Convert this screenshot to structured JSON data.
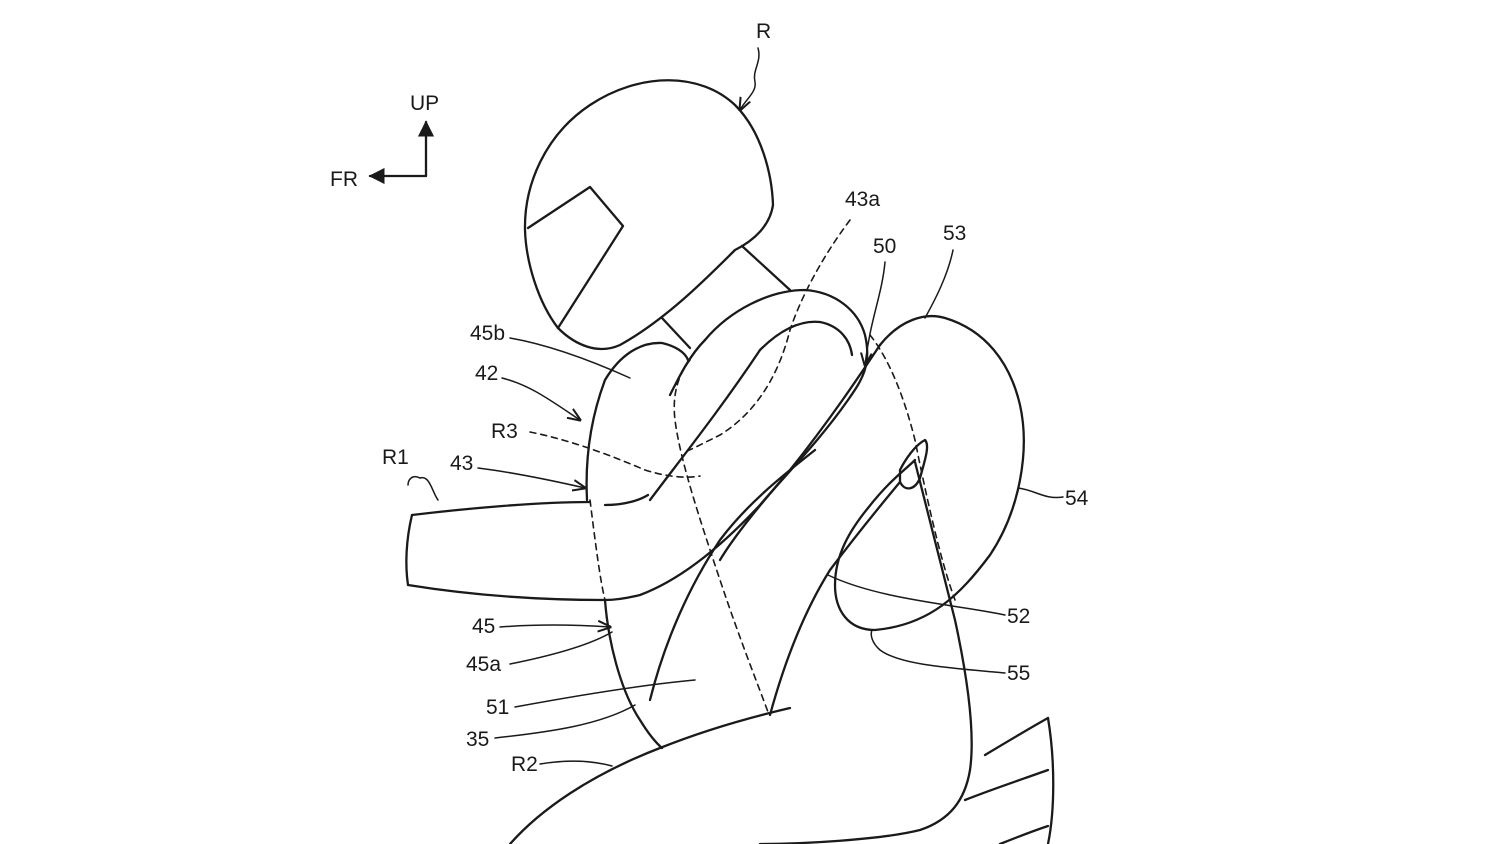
{
  "labels": {
    "R": "R",
    "UP": "UP",
    "FR": "FR",
    "L43a": "43a",
    "L50": "50",
    "L53": "53",
    "L45b": "45b",
    "L42": "42",
    "R3": "R3",
    "R1": "R1",
    "L43": "43",
    "L54": "54",
    "L52": "52",
    "L45": "45",
    "L45a": "45a",
    "L55": "55",
    "L51": "51",
    "L35": "35",
    "R2": "R2"
  },
  "colors": {
    "line": "#1a1a1a",
    "background": "#ffffff"
  }
}
